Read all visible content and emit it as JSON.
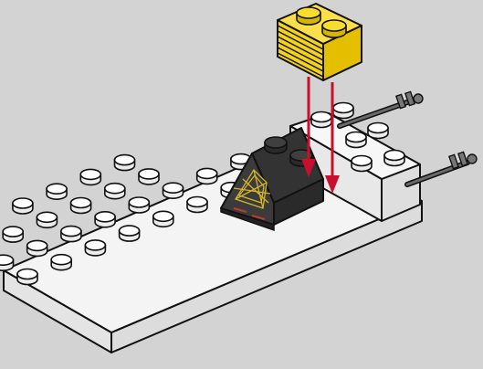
{
  "scene": {
    "kind": "lego-building-instruction-step",
    "colors": {
      "background": "#d3d3d3",
      "outline": "#111111",
      "baseplate_top": "#f4f4f4",
      "baseplate_side": "#e6e6e6",
      "stud_top": "#ffffff",
      "stud_side": "#ececec",
      "slope_brick": "#3b3b3b",
      "slope_brick_dark": "#2a2a2a",
      "print_pattern": "#d6b52a",
      "print_accent": "#c0392b",
      "new_brick": "#f3d21a",
      "new_brick_shade": "#d8b400",
      "arrow": "#c8102e",
      "antenna": "#5a5a5a"
    },
    "icons": [
      "white-baseplate",
      "white-support-brick",
      "dark-slope-brick-with-print",
      "yellow-grille-brick",
      "antenna-rod",
      "placement-arrow"
    ]
  }
}
